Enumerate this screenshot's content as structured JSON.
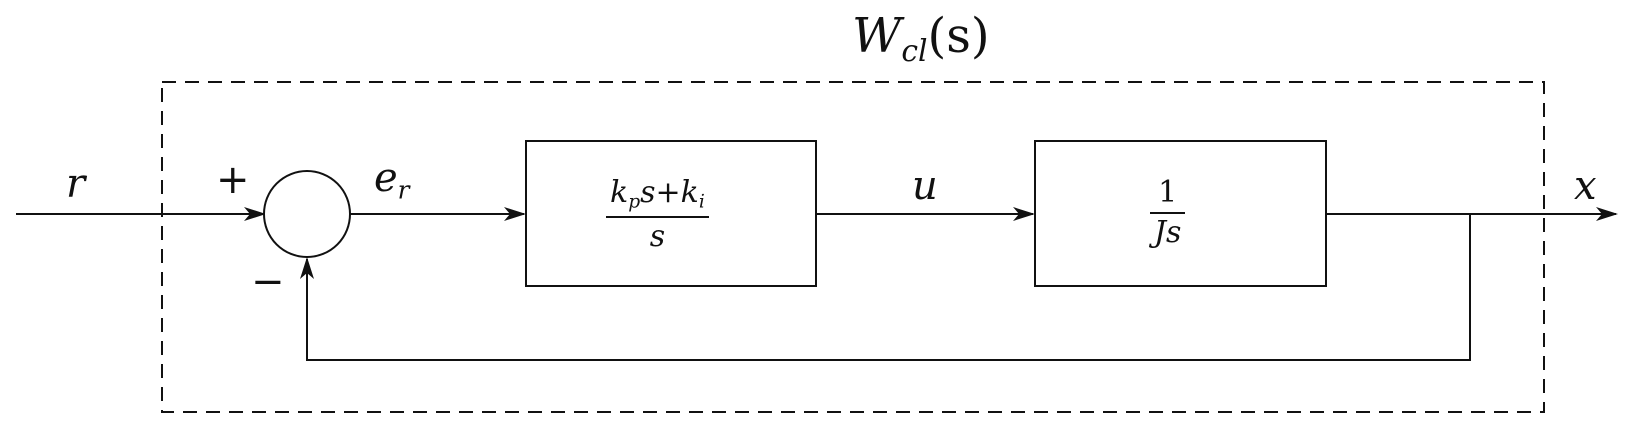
{
  "title": {
    "base": "W",
    "sub": "cl",
    "arg": "(s)"
  },
  "signals": {
    "input": "r",
    "error": {
      "base": "e",
      "sub": "r"
    },
    "control": "u",
    "output": "x"
  },
  "summing_junction": {
    "plus": "+",
    "minus": "−"
  },
  "blocks": {
    "controller": {
      "numerator": {
        "kp_base": "k",
        "kp_sub": "p",
        "mid": "s+",
        "ki_base": "k",
        "ki_sub": "i"
      },
      "denominator": "s"
    },
    "plant": {
      "numerator": "1",
      "denominator": "Js"
    }
  },
  "colors": {
    "line": "#111111",
    "background": "#ffffff"
  }
}
